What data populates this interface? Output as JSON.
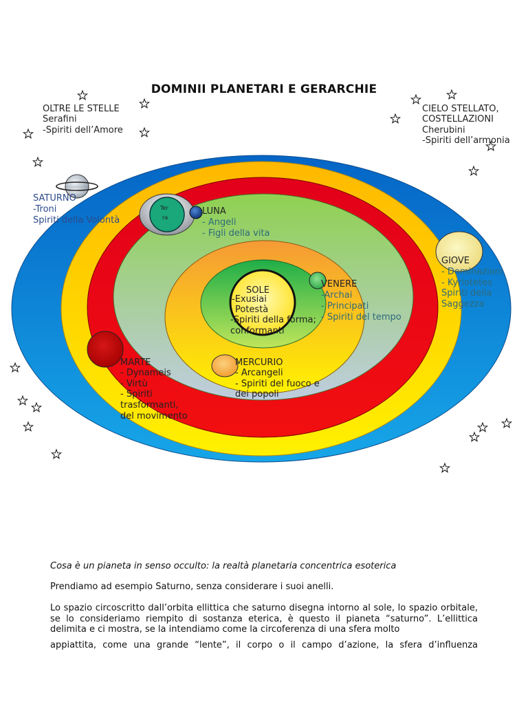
{
  "title": "DOMINII PLANETARI E GERARCHIE",
  "oltre": {
    "name": "OLTRE LE STELLE",
    "line1": "Serafini",
    "line2": "-Spiriti dell’Amore"
  },
  "cielo": {
    "name1": "CIELO STELLATO,",
    "name2": "COSTELLAZIONI",
    "line1": "Cherubini",
    "line2": "-Spiriti dell’armonia"
  },
  "saturno": {
    "name": "SATURNO",
    "line1": "-Troni",
    "line2": "Spiriti della Volontà"
  },
  "terra": {
    "line1": "Ter",
    "line2": "ra"
  },
  "luna": {
    "name": "LUNA",
    "line1": "- Angeli",
    "line2": "- Figli della vita"
  },
  "giove": {
    "name": "GIOVE",
    "line1": "- Dominazioni",
    "line2": "- Kyriotetes",
    "line3": "Spiriti della",
    "line4": "Saggezza"
  },
  "sole": {
    "name": "SOLE",
    "line1": "-Exusiai",
    "line2": "Potestà",
    "line3": "-Spiriti della forma;",
    "line4": "conformanti"
  },
  "venere": {
    "name": "VENERE",
    "line1": "-Archai",
    "line2": "- Principati",
    "line3": "- Spiriti del tempo"
  },
  "mercurio": {
    "name": "MERCURIO",
    "line1": "- Arcangeli",
    "line2": "- Spiriti del fuoco e",
    "line3": "dei popoli"
  },
  "marte": {
    "name": "MARTE",
    "line1": "- Dynameis",
    "line2": "- Virtù",
    "line3": "- Spiriti",
    "line4": "trasformanti,",
    "line5": "del movimento"
  },
  "text": {
    "caption": "Cosa è un pianeta in senso occulto: la realtà planetaria concentrica esoterica",
    "p1": "Prendiamo ad esempio Saturno, senza considerare i suoi anelli.",
    "p2a": "Lo spazio circoscritto dall’orbita ellittica che saturno disegna intorno al sole, lo spazio orbitale, se lo consideriamo riempito di sostanza eterica, è questo il pianeta “saturno”. L’ellittica delimita e ci mostra, se la intendiamo come la circoferenza di una sfera molto",
    "p2b": "appiattita, come una grande “lente”, il corpo o il campo d’azione, la sfera d’influenza"
  },
  "colors": {
    "ring_blue": "#0b7cc9",
    "ring_yellow": "#ffc400",
    "ring_red": "#e3001b",
    "ring_green": "#8fcf4f",
    "ring_orange": "#f7a03a",
    "ring_sun_green": "#22b04a",
    "sun": "#ffe64a",
    "giove": "#f4ef8e",
    "marte": "#c20d0d",
    "mercurio": "#f9b34a",
    "luna": "#1f4fa3",
    "terra": "#1aa77a",
    "saturno": "#b9c2cc"
  }
}
